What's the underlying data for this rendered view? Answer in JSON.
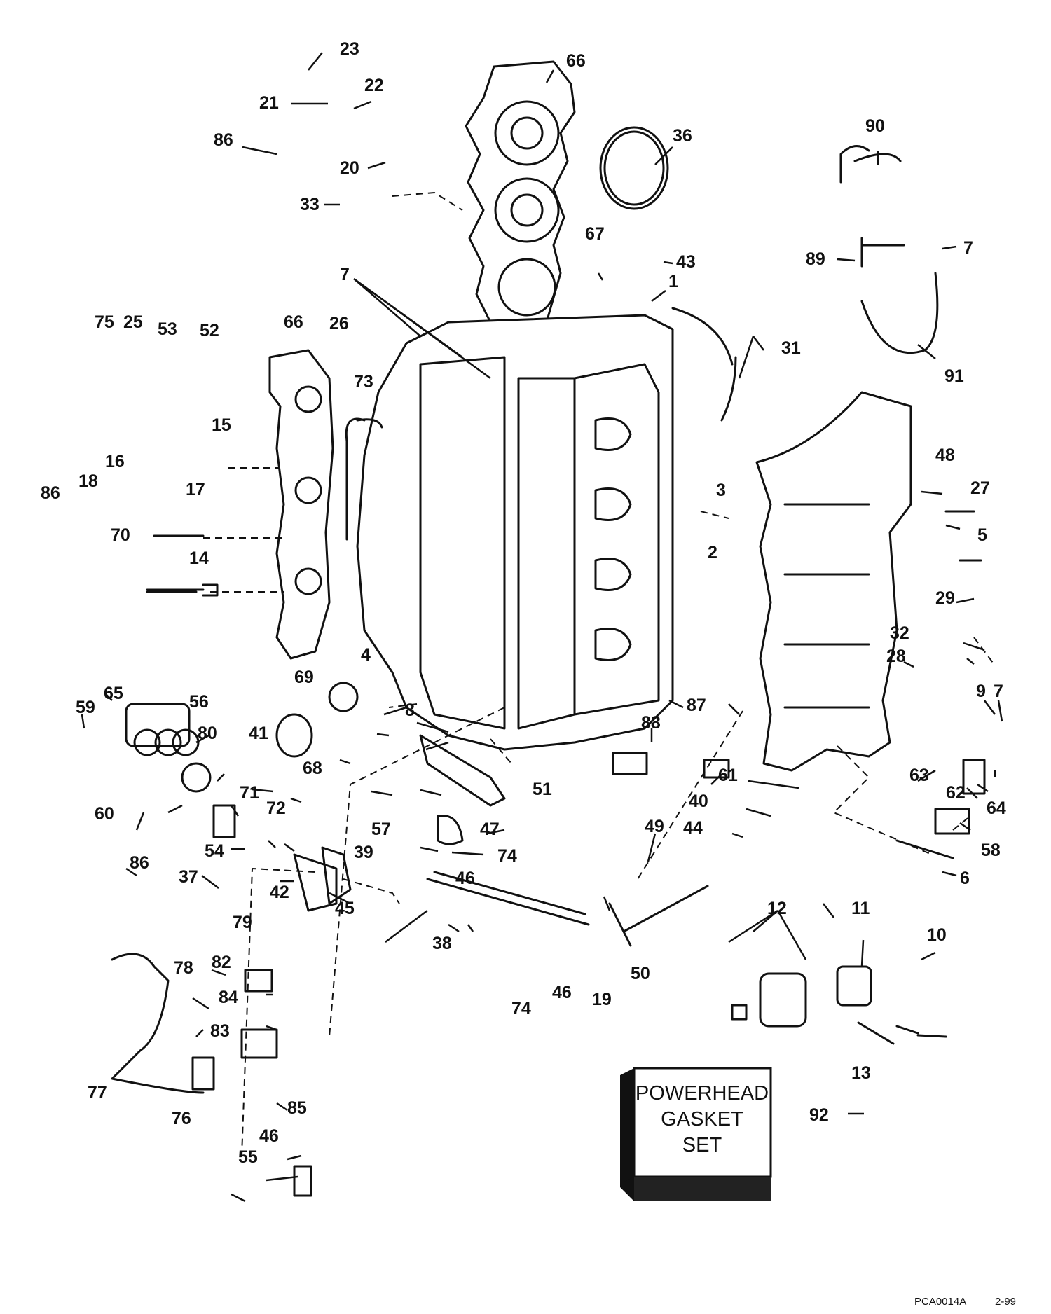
{
  "callouts": [
    "1",
    "2",
    "3",
    "4",
    "5",
    "6",
    "7",
    "8",
    "9",
    "10",
    "11",
    "12",
    "13",
    "14",
    "15",
    "16",
    "17",
    "18",
    "19",
    "20",
    "21",
    "22",
    "23",
    "25",
    "26",
    "27",
    "28",
    "29",
    "31",
    "32",
    "33",
    "36",
    "37",
    "38",
    "39",
    "40",
    "41",
    "42",
    "43",
    "44",
    "45",
    "46",
    "47",
    "48",
    "49",
    "50",
    "51",
    "52",
    "53",
    "54",
    "55",
    "56",
    "57",
    "58",
    "59",
    "60",
    "61",
    "62",
    "63",
    "64",
    "65",
    "66",
    "67",
    "68",
    "69",
    "70",
    "71",
    "72",
    "73",
    "74",
    "75",
    "76",
    "77",
    "78",
    "79",
    "80",
    "82",
    "83",
    "84",
    "85",
    "86",
    "87",
    "88",
    "89",
    "90",
    "91",
    "92"
  ],
  "gasket_box": {
    "line1": "POWERHEAD",
    "line2": "GASKET",
    "line3": "SET"
  },
  "drawing_code": "PCA0014A",
  "drawing_date": "2-99"
}
